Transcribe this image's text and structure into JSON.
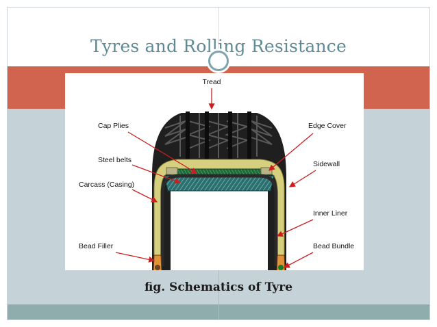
{
  "slide": {
    "title": "Tyres and Rolling Resistance",
    "caption": "fig. Schematics of Tyre"
  },
  "diagram": {
    "labels": {
      "tread": "Tread",
      "cap_plies": "Cap Plies",
      "steel_belts": "Steel belts",
      "carcass": "Carcass (Casing)",
      "bead_filler": "Bead Filler",
      "edge_cover": "Edge Cover",
      "sidewall": "Sidewall",
      "inner_liner": "Inner Liner",
      "bead_bundle": "Bead Bundle"
    }
  },
  "colors": {
    "title": "#5f8a95",
    "accent_band": "#d0644e",
    "grey_zone": "#c5d2d7",
    "bottom_band": "#8fadad",
    "arrow": "#cc1e1e"
  }
}
